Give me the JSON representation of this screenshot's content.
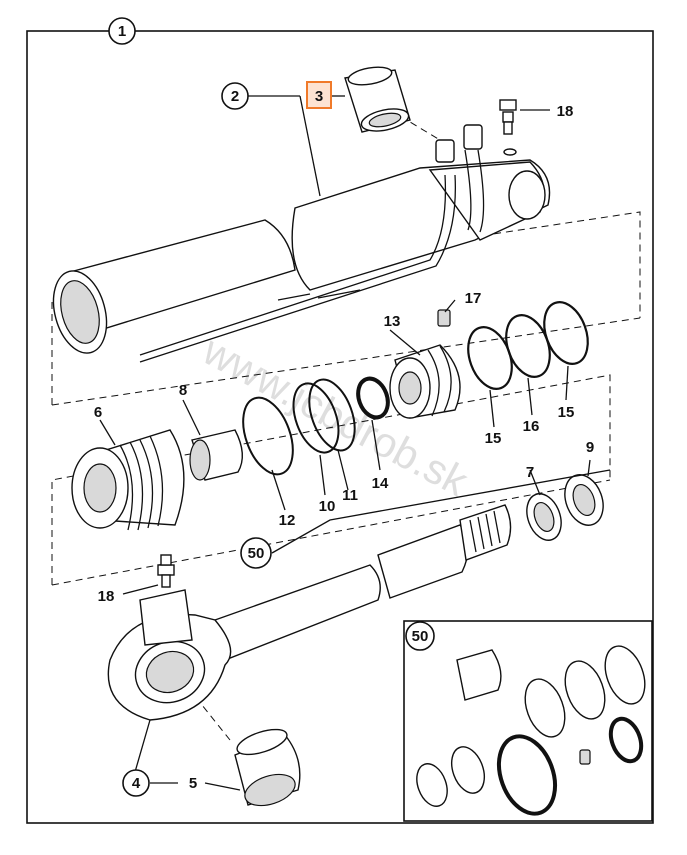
{
  "watermark": "www.jcbdrob.sk",
  "callouts": {
    "c1": "1",
    "c2": "2",
    "c3": "3",
    "c4": "4",
    "c5": "5",
    "c6": "6",
    "c7": "7",
    "c8": "8",
    "c9": "9",
    "c10": "10",
    "c11": "11",
    "c12": "12",
    "c13": "13",
    "c14": "14",
    "c15a": "15",
    "c15b": "15",
    "c16": "16",
    "c17": "17",
    "c18a": "18",
    "c18b": "18",
    "c50a": "50",
    "c50b": "50"
  },
  "colors": {
    "highlight": "#f07a2a",
    "line": "#111111",
    "shade": "#d9d9d9"
  }
}
